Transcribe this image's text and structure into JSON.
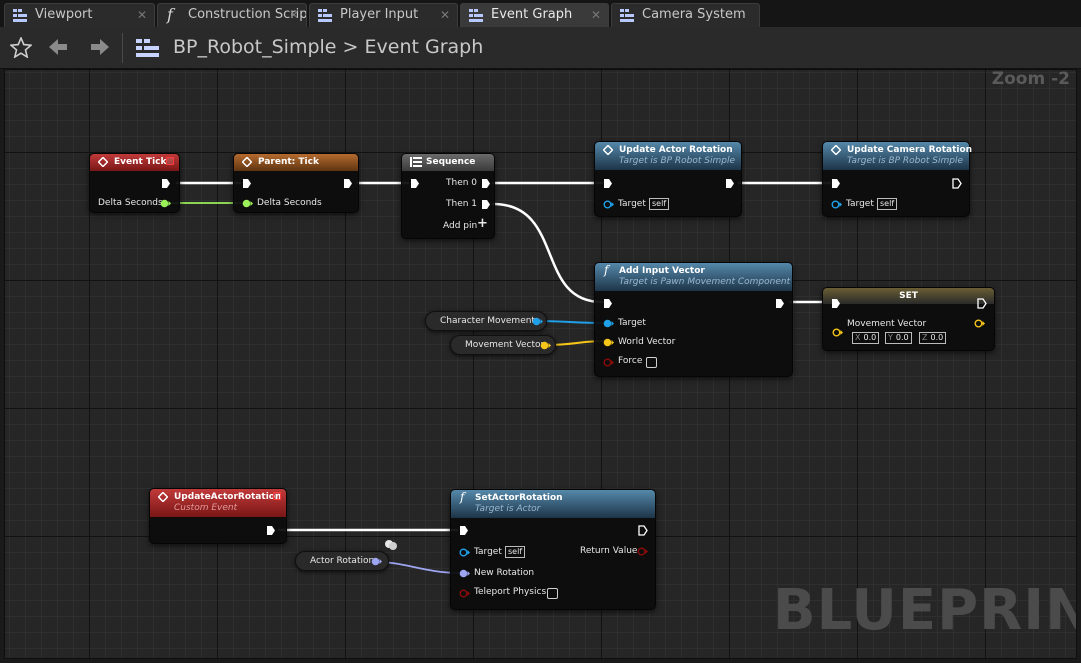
{
  "tabs": [
    {
      "label": "Viewport",
      "icon": "blueprint-grid-icon",
      "active": false
    },
    {
      "label": "Construction Scrip",
      "icon": "function-icon",
      "active": false
    },
    {
      "label": "Player Input",
      "icon": "blueprint-grid-icon",
      "active": false
    },
    {
      "label": "Event Graph",
      "icon": "blueprint-grid-icon",
      "active": true
    },
    {
      "label": "Camera System",
      "icon": "blueprint-grid-icon",
      "active": false
    }
  ],
  "toolbar": {
    "icons": [
      "star-icon",
      "back-arrow-icon",
      "forward-arrow-icon",
      "blueprint-grid-icon"
    ],
    "breadcrumb": {
      "asset": "BP_Robot_Simple",
      "separator": ">",
      "graph": "Event Graph"
    }
  },
  "graph": {
    "zoom": "Zoom -2",
    "watermark": "BLUEPRINT",
    "colors": {
      "exec": "#ffffff",
      "float": "#9cf05a",
      "object": "#1fa0e8",
      "vector": "#f5c518",
      "rotator": "#9ea6f2",
      "bool": "#8c0b0b"
    },
    "nodes": {
      "event_tick": {
        "title": "Event Tick",
        "pins": {
          "delta": "Delta Seconds"
        }
      },
      "parent_tick": {
        "title": "Parent: Tick",
        "pins": {
          "delta": "Delta Seconds"
        }
      },
      "sequence": {
        "title": "Sequence",
        "pins": {
          "then0": "Then 0",
          "then1": "Then 1",
          "add_pin": "Add pin"
        }
      },
      "update_actor_rotation": {
        "title": "Update Actor Rotation",
        "subtitle": "Target is BP Robot Simple",
        "pins": {
          "target": "Target",
          "target_value": "self"
        }
      },
      "update_camera_rotation": {
        "title": "Update Camera Rotation",
        "subtitle": "Target is BP Robot Simple",
        "pins": {
          "target": "Target",
          "target_value": "self"
        }
      },
      "add_input_vector": {
        "title": "Add Input Vector",
        "subtitle": "Target is Pawn Movement Component",
        "pins": {
          "target": "Target",
          "world_vector": "World Vector",
          "force": "Force"
        }
      },
      "set": {
        "title": "SET",
        "pins": {
          "movement_vector": "Movement Vector",
          "x_label": "X",
          "x": "0.0",
          "y_label": "Y",
          "y": "0.0",
          "z_label": "Z",
          "z": "0.0"
        }
      },
      "update_actor_rotation_event": {
        "title": "UpdateActorRotation",
        "subtitle": "Custom Event"
      },
      "set_actor_rotation": {
        "title": "SetActorRotation",
        "subtitle": "Target is Actor",
        "pins": {
          "target": "Target",
          "target_value": "self",
          "return_value": "Return Value",
          "new_rotation": "New Rotation",
          "teleport": "Teleport Physics"
        }
      }
    },
    "variables": {
      "character_movement": "Character Movement",
      "movement_vector": "Movement Vector",
      "actor_rotation": "Actor Rotation"
    }
  }
}
